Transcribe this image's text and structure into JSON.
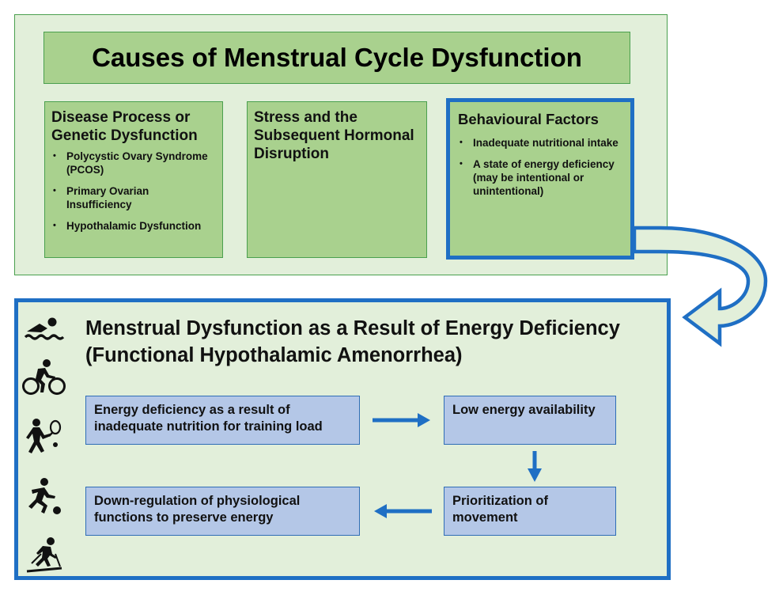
{
  "title": "Causes of Menstrual Cycle Dysfunction",
  "causes": [
    {
      "heading": "Disease Process or Genetic Dysfunction",
      "items": [
        "Polycystic Ovary Syndrome (PCOS)",
        "Primary Ovarian Insufficiency",
        "Hypothalamic Dysfunction"
      ]
    },
    {
      "heading": "Stress and the Subsequent Hormonal Disruption",
      "items": []
    },
    {
      "heading": "Behavioural Factors",
      "items": [
        "Inadequate nutritional intake",
        "A state of energy deficiency (may be intentional or unintentional)"
      ]
    }
  ],
  "result_panel": {
    "title": "Menstrual Dysfunction as a Result of Energy Deficiency (Functional Hypothalamic Amenorrhea)",
    "flow": [
      "Energy deficiency as a result of inadequate nutrition for training load",
      "Low energy availability",
      "Prioritization of movement",
      "Down-regulation of physiological functions to preserve energy"
    ],
    "sport_icons": [
      "swimming-icon",
      "cycling-icon",
      "tennis-icon",
      "soccer-icon",
      "skiing-icon"
    ]
  },
  "colors": {
    "panel_fill": "#e2efda",
    "green_box": "#a9d18e",
    "green_border": "#4aa04e",
    "blue_accent": "#1f6fc4",
    "flow_box": "#b4c7e7"
  }
}
